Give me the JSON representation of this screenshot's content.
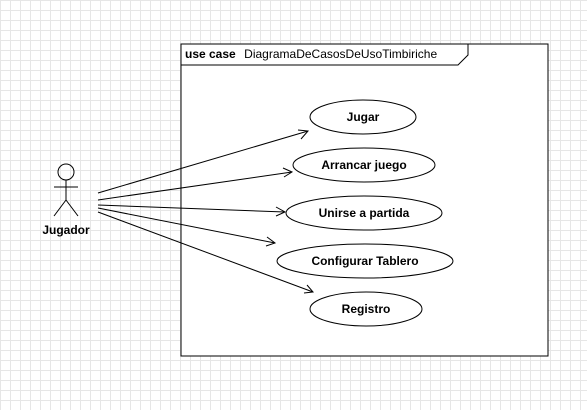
{
  "diagram": {
    "frame": {
      "keyword": "use case",
      "name": "DiagramaDeCasosDeUsoTimbiriche"
    },
    "actor": {
      "name": "Jugador"
    },
    "use_cases": [
      {
        "id": "jugar",
        "label": "Jugar"
      },
      {
        "id": "arrancar-juego",
        "label": "Arrancar juego"
      },
      {
        "id": "unirse-a-partida",
        "label": "Unirse a partida"
      },
      {
        "id": "configurar-tablero",
        "label": "Configurar Tablero"
      },
      {
        "id": "registro",
        "label": "Registro"
      }
    ],
    "associations": [
      {
        "from": "Jugador",
        "to": "Jugar",
        "navigable": true
      },
      {
        "from": "Jugador",
        "to": "Arrancar juego",
        "navigable": true
      },
      {
        "from": "Jugador",
        "to": "Unirse a partida",
        "navigable": true
      },
      {
        "from": "Jugador",
        "to": "Configurar Tablero",
        "navigable": true
      },
      {
        "from": "Jugador",
        "to": "Registro",
        "navigable": true
      }
    ]
  }
}
